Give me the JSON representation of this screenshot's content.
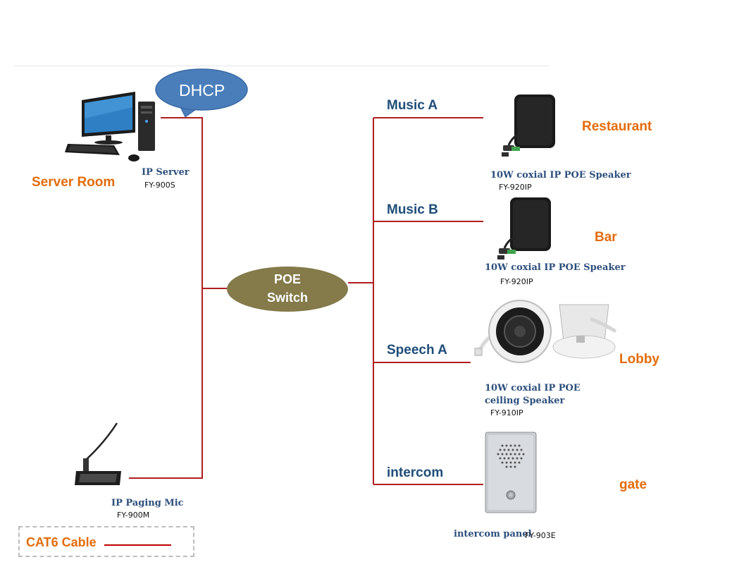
{
  "dhcp": {
    "label": "DHCP"
  },
  "server": {
    "location": "Server Room",
    "name": "IP Server",
    "model": "FY-900S"
  },
  "switch": {
    "line1": "POE",
    "line2": "Switch"
  },
  "mic": {
    "name": "IP Paging Mic",
    "model": "FY-900M"
  },
  "legend": {
    "label": "CAT6 Cable",
    "line_color": "#c00000"
  },
  "zones": [
    {
      "channel": "Music A",
      "location": "Restaurant",
      "desc": "10W coxial IP  POE Speaker",
      "model": "FY-920IP"
    },
    {
      "channel": "Music B",
      "location": "Bar",
      "desc": "10W coxial IP  POE Speaker",
      "model": "FY-920IP"
    },
    {
      "channel": "Speech A",
      "location": "Lobby",
      "desc_line1": "10W coxial IP  POE",
      "desc_line2": "ceiling Speaker",
      "model": "FY-910IP"
    },
    {
      "channel": "intercom",
      "location": "gate",
      "desc": "intercom panel",
      "model": "FY-903E"
    }
  ],
  "colors": {
    "cable": "#b01e1e",
    "dhcp_bubble": "#4a7ebb",
    "switch_ellipse": "#847a4a",
    "location_text": "#e36c0a",
    "channel_text": "#1f4e79"
  }
}
